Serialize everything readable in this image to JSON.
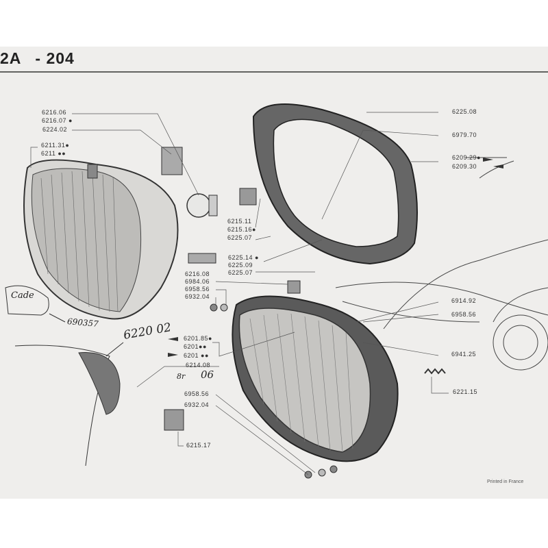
{
  "header": {
    "section": "2A",
    "model": "- 204"
  },
  "labels": {
    "l6216_06": "6216.06",
    "l6216_07": "6216.07 ●",
    "l6224_02": "6224.02",
    "l6211_31": "6211.31●",
    "l6211": "6211 ●●",
    "l6225_08": "6225.08",
    "l6979_70": "6979.70",
    "l6209_29": "6209.29●",
    "l6209_30": "6209.30",
    "l6215_11": "6215.11",
    "l6215_16": "6215.16●",
    "l6225_07a": "6225.07",
    "l6225_14": "6225.14 ●",
    "l6225_09": "6225.09",
    "l6225_07b": "6225.07",
    "l6216_08": "6216.08",
    "l6984_06": "6984.06",
    "l6958_56a": "6958.56",
    "l6932_04a": "6932.04",
    "l6914_92": "6914.92",
    "l6958_56b": "6958.56",
    "l6941_25": "6941.25",
    "l6221_15": "6221.15",
    "l6201_85": "6201.85●",
    "l6201a": "6201●●",
    "l6201b": "6201 ●●",
    "l6214_08": "6214.08",
    "l6958_56c": "6958.56",
    "l6932_04b": "6932.04",
    "l6215_17": "6215.17"
  },
  "handwritten": {
    "note": "Cade",
    "part1": "690357",
    "part2": "6220 02",
    "part3": "8r",
    "part4": "06"
  },
  "footer": {
    "printed": "Printed in France"
  }
}
